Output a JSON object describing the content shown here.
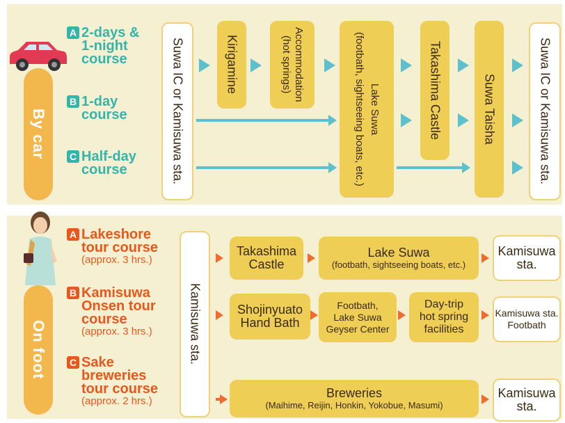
{
  "by_car": {
    "label": "By car",
    "courses": [
      {
        "letter": "A",
        "name": "2-days &\n1-night\ncourse"
      },
      {
        "letter": "B",
        "name": "1-day\ncourse"
      },
      {
        "letter": "C",
        "name": "Half-day\ncourse"
      }
    ],
    "start": "Suwa IC or Kamisuwa sta.",
    "stops": {
      "kirigamine": "Kirigamine",
      "accommodation": "Accommodation\n(hot springs)",
      "lake_suwa": "Lake Suwa\n(footbath, sightseeing boats, etc.)",
      "takashima": "Takashima Castle",
      "suwa_taisha": "Suwa Taisha"
    },
    "end": "Suwa IC or Kamisuwa sta."
  },
  "on_foot": {
    "label": "On foot",
    "courses": [
      {
        "letter": "A",
        "name": "Lakeshore\ntour course",
        "duration": "(approx. 3 hrs.)"
      },
      {
        "letter": "B",
        "name": "Kamisuwa\nOnsen tour\ncourse",
        "duration": "(approx. 3 hrs.)"
      },
      {
        "letter": "C",
        "name": "Sake\nbreweries\ntour course",
        "duration": "(approx. 2 hrs.)"
      }
    ],
    "start": "Kamisuwa sta.",
    "route_a": {
      "stop1": "Takashima\nCastle",
      "stop2_title": "Lake Suwa",
      "stop2_sub": "(footbath, sightseeing boats, etc.)",
      "end": "Kamisuwa\nsta."
    },
    "route_b": {
      "stop1": "Shojinyuato\nHand Bath",
      "stop2": "Footbath,\nLake Suwa\nGeyser Center",
      "stop3": "Day-trip\nhot spring\nfacilities",
      "end": "Kamisuwa sta.\nFootbath"
    },
    "route_c": {
      "stop1_title": "Breweries",
      "stop1_sub": "(Maihime, Reijin, Honkin, Yokobue, Masumi)",
      "end": "Kamisuwa\nsta."
    }
  },
  "colors": {
    "panel": "#f6f0d2",
    "tab": "#f2b84e",
    "teal": "#35b4a9",
    "orange": "#e8571c",
    "gold": "#efce55",
    "arrow": "#5cc0cd"
  }
}
